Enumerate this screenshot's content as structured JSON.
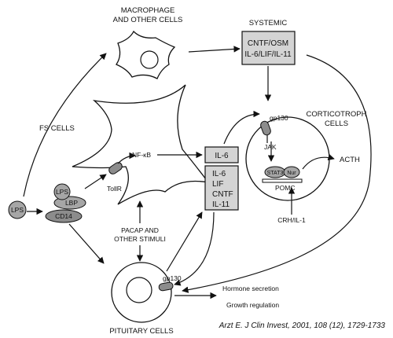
{
  "labels": {
    "macrophage_line1": "MACROPHAGE",
    "macrophage_line2": "AND OTHER CELLS",
    "systemic": "SYSTEMIC",
    "systemic_box_line1": "CNTF/OSM",
    "systemic_box_line2": "IL-6/LIF/IL-11",
    "fs_cells": "FS CELLS",
    "nfkb": "NF-κB",
    "tollr": "TollR",
    "lps_free": "LPS",
    "lps_bound": "LPS",
    "lbp": "LBP",
    "cd14": "CD14",
    "il6_box": "IL-6",
    "cytokine_box": [
      "IL-6",
      "LIF",
      "CNTF",
      "IL-11"
    ],
    "gp130_cortico": "gp130",
    "corticotroph_line1": "CORTICOTROPH",
    "corticotroph_line2": "CELLS",
    "jak": "JAK",
    "stat3": "STAT3",
    "nur": "Nur",
    "pomc": "POMC",
    "acth": "ACTH",
    "crh": "CRH/IL-1",
    "pacap_line1": "PACAP AND",
    "pacap_line2": "OTHER STIMULI",
    "gp130_pituitary": "gp130",
    "hormone_secretion": "Hormone secretion",
    "growth_regulation": "Growth regulation",
    "pituitary_cells": "PITUITARY CELLS",
    "citation": "Arzt E. J Clin Invest, 2001, 108 (12), 1729-1733"
  },
  "colors": {
    "box_fill": "#d4d4d4",
    "receptor_fill": "#8c8c8c",
    "protein_fill": "#a6a6a6",
    "stroke": "#111111"
  }
}
